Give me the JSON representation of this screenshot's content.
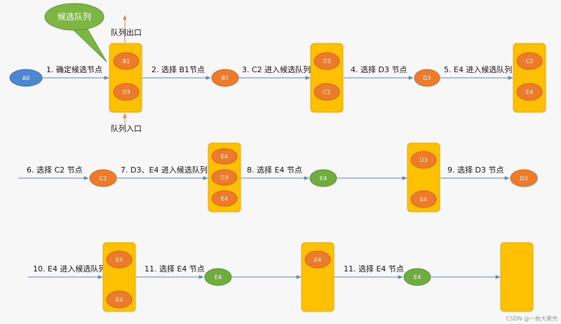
{
  "colors": {
    "queue_fill": "#fdc102",
    "queue_stroke": "#e7a600",
    "orange_node": "#ee7b2c",
    "green_node": "#6fad3f",
    "blue_node": "#4c87d1",
    "arrow_blue": "#5b86c5",
    "arrow_orange": "#d98a4a",
    "bubble_fill": "#7cb742"
  },
  "callout": {
    "text": "候选队列"
  },
  "queue_exit_label": "队列出口",
  "queue_entry_label": "队列入口",
  "start_node": "A0",
  "row1": {
    "step1": "1. 确定候选节点",
    "queue1": [
      "B1",
      "D3"
    ],
    "step2": "2. 选择 B1节点",
    "node1": "B1",
    "step3": "3. C2 进入候选队列",
    "queue2": [
      "D3",
      "C2"
    ],
    "step4": "4. 选择 D3 节点",
    "node2": "D3",
    "step5": "5. E4 进入候选队列",
    "queue3": [
      "C2",
      "E4"
    ]
  },
  "row2": {
    "step6": "6. 选择 C2 节点",
    "node1": "C2",
    "step7": "7. D3、E4 进入候选队列",
    "queue1": [
      "E4",
      "D3",
      "E4"
    ],
    "step8": "8. 选择 E4 节点",
    "node2": "E4",
    "queue2": [
      "D3",
      "E4"
    ],
    "step9": "9. 选择 D3 节点",
    "node3": "D3"
  },
  "row3": {
    "step10": "10. E4 进入候选队列",
    "queue1": [
      "E4",
      "E4"
    ],
    "step11a": "11. 选择 E4 节点",
    "node1": "E4",
    "queue2": [
      "E4"
    ],
    "step11b": "11. 选择 E4 节点",
    "node2": "E4",
    "queue3": []
  },
  "watermark": "CSDN @一枚大果壳"
}
